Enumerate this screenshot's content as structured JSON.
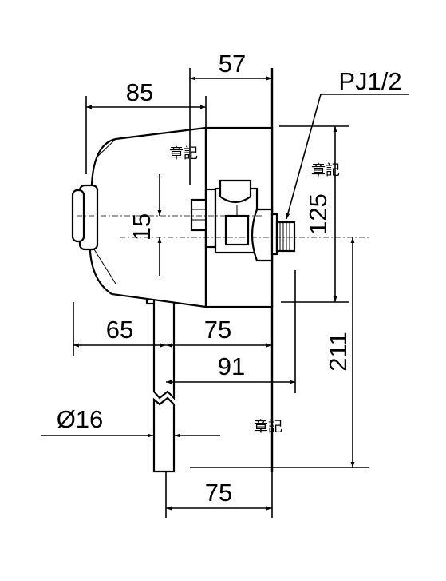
{
  "dimensions": {
    "d57": "57",
    "d85": "85",
    "thread": "PJ1/2",
    "d15": "15",
    "d125": "125",
    "d65": "65",
    "d75_top": "75",
    "d91": "91",
    "d211": "211",
    "dia16": "Ø16",
    "d75_bottom": "75"
  },
  "stamps": [
    "章記",
    "章記",
    "章記"
  ]
}
